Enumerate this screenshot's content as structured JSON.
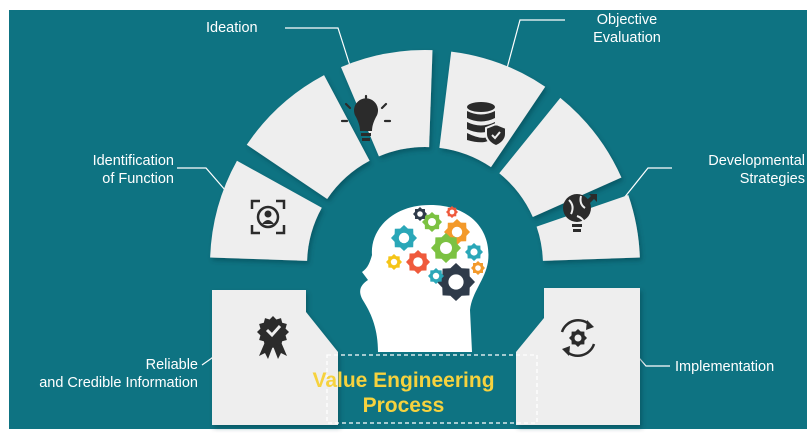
{
  "title": {
    "line1": "Value Engineering",
    "line2": "Process"
  },
  "steps": [
    {
      "label": "Ideation",
      "icon": "lightbulb-icon"
    },
    {
      "label_line1": "Objective",
      "label_line2": "Evaluation",
      "icon": "database-shield-icon"
    },
    {
      "label_line1": "Identification",
      "label_line2": "of Function",
      "icon": "focus-user-icon"
    },
    {
      "label_line1": "Developmental",
      "label_line2": "Strategies",
      "icon": "globe-bulb-icon"
    },
    {
      "label_line1": "Reliable",
      "label_line2": "and Credible Information",
      "icon": "award-badge-icon"
    },
    {
      "label": "Implementation",
      "icon": "cycle-gear-icon"
    }
  ],
  "colors": {
    "background": "#0e7382",
    "segment": "#eeeeee",
    "segment_shadow": "#b9c4c6",
    "icon": "#2b2b2b",
    "head": "#ffffff",
    "title": "#f6d23e"
  },
  "center_image": "head-with-gears-icon"
}
